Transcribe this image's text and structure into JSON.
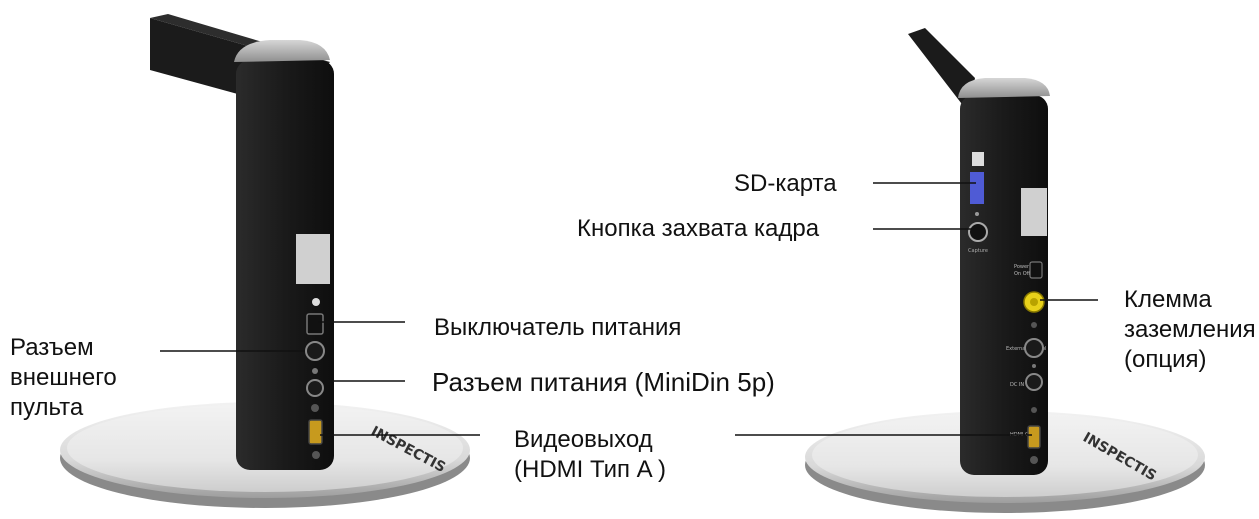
{
  "labels": {
    "external_remote_connector": [
      "Разъем",
      "внешнего",
      "пульта"
    ],
    "power_switch": "Выключатель питания",
    "power_connector": "Разъем питания (MiniDin 5p)",
    "video_out": [
      "Видеовыход",
      "(HDMI Тип A  )"
    ],
    "sd_card": "SD-карта",
    "capture_button": "Кнопка захвата кадра",
    "ground_terminal": [
      "Клемма",
      "заземления",
      "(опция)"
    ]
  },
  "device": {
    "brand": "INSPECTIS",
    "panel_text": {
      "power": "Power",
      "on_off": "On Off",
      "external_control": "External Control",
      "dc_in": "DC IN",
      "hdmi_out": "HDMI Out",
      "capture": "Capture"
    }
  },
  "colors": {
    "body": "#1f1f1f",
    "arm": "#1b1b1b",
    "cap": "#b9b9b9",
    "base": "#d9d9d9",
    "leader_line": "#111111",
    "sd_slot": "#4f5bd5",
    "ground_terminal": "#e8d11a"
  }
}
